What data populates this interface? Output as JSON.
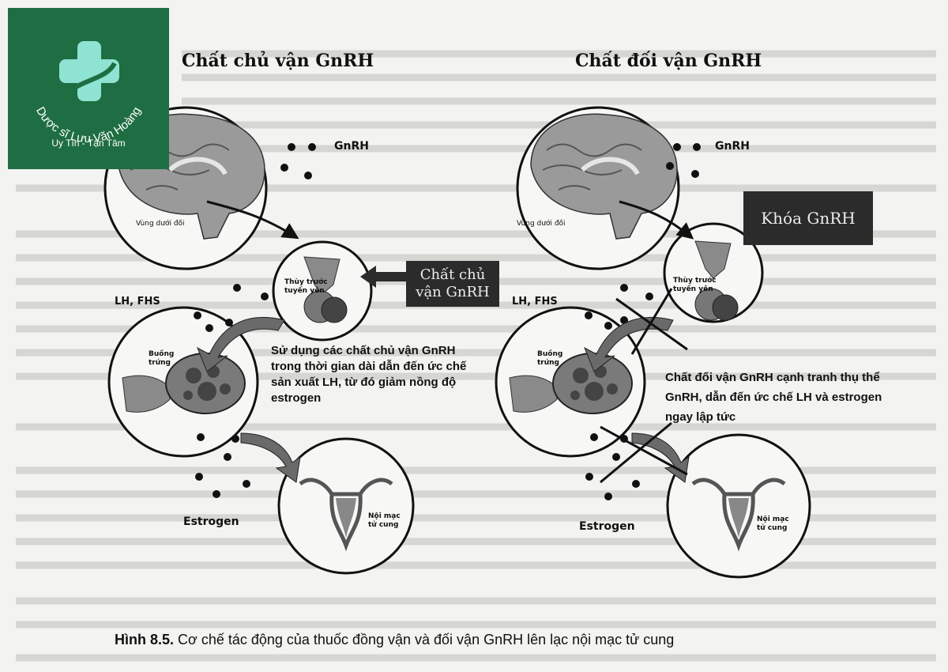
{
  "logo": {
    "brand": "Dược sĩ Lưu Văn Hoàng",
    "tagline": "Uy Tín - Tận Tâm",
    "colors": {
      "background": "#1f6e43",
      "cross": "#8fe3d2"
    }
  },
  "left": {
    "title": "Chất chủ vận GnRH",
    "gnrh_label": "GnRH",
    "hypothalamus_label": "Vùng dưới đồi",
    "pituitary_label": "Thùy trước tuyến yên",
    "agonist_box": "Chất chủ vận GnRH",
    "lh_label": "LH, FHS",
    "ovary_label": "Buồng trứng",
    "description": "Sử dụng các chất chủ vận GnRH trong thời gian dài dẫn đến ức chế sản xuất LH, từ đó giảm nồng độ estrogen",
    "estrogen_label": "Estrogen",
    "endometrium_label": "Nội mạc tử cung"
  },
  "right": {
    "title": "Chất đối vận GnRH",
    "gnrh_label": "GnRH",
    "hypothalamus_label": "Vùng dưới đồi",
    "block_box": "Khóa GnRH",
    "pituitary_label": "Thùy trước tuyến yên",
    "lh_label": "LH, FHS",
    "ovary_label": "Buồng trứng",
    "description": "Chất đối vận GnRH cạnh tranh thụ thể GnRH, dẫn đến ức chế LH và estrogen ngay lập tức",
    "estrogen_label": "Estrogen",
    "endometrium_label": "Nội mạc tử cung"
  },
  "caption": {
    "label": "Hình 8.5.",
    "text": " Cơ chế tác động của thuốc đồng vận và đối vận GnRH lên lạc nội mạc tử cung"
  }
}
